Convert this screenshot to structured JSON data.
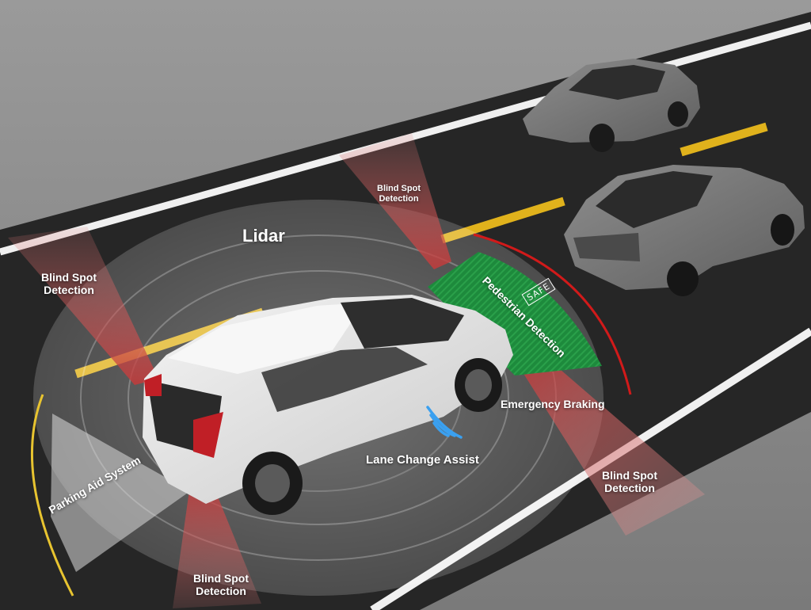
{
  "labels": {
    "lidar": "Lidar",
    "blind_spot_top_left_l1": "Blind Spot",
    "blind_spot_top_left_l2": "Detection",
    "blind_spot_top_mid_l1": "Blind Spot",
    "blind_spot_top_mid_l2": "Detection",
    "blind_spot_right_l1": "Blind Spot",
    "blind_spot_right_l2": "Detection",
    "blind_spot_bottom_l1": "Blind Spot",
    "blind_spot_bottom_l2": "Detection",
    "pedestrian_detection": "Pedestrian Detection",
    "safe_badge": "SAFE",
    "emergency_braking": "Emergency Braking",
    "lane_change_assist": "Lane Change Assist",
    "parking_aid_system": "Parking Aid System"
  },
  "colors": {
    "road": "#262626",
    "ground": "#8c8c8c",
    "lane_yellow": "#e0b21c",
    "lane_white": "#f2f2f2",
    "sensor_red": "#c43a3a",
    "pedestrian_green": "#1f8a3a",
    "braking_arc": "#d11a1a",
    "parking_arc": "#e8c430",
    "wifi_blue": "#3aa0f0",
    "car_main": "#e6e6e6",
    "car_other": "#7a7a7a"
  },
  "icons": [
    "wifi-signal-icon",
    "safe-badge-icon"
  ]
}
